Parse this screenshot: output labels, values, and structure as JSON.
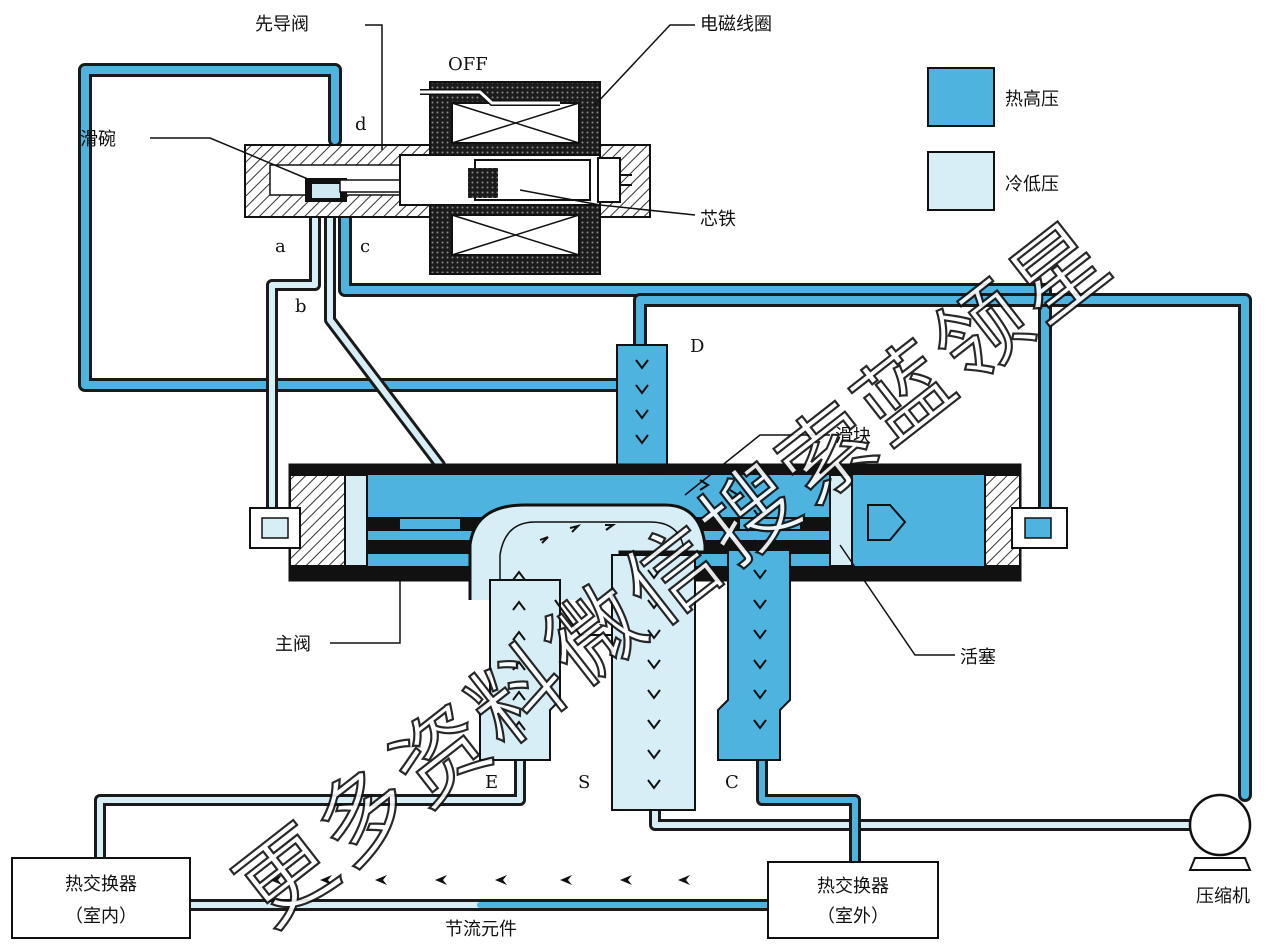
{
  "colors": {
    "hot_high": "#4fb3e0",
    "cold_low": "#d8eef6",
    "pipe_outline": "#1a1a1a",
    "hatch": "#333333"
  },
  "labels": {
    "pilot_valve": "先导阀",
    "coil": "电磁线圈",
    "off": "OFF",
    "slide_bowl": "滑碗",
    "iron_core": "芯铁",
    "slider": "滑块",
    "main_valve": "主阀",
    "piston": "活塞",
    "compressor": "压缩机",
    "throttle": "节流元件"
  },
  "ports": {
    "a": "a",
    "b": "b",
    "c": "c",
    "d": "d",
    "D": "D",
    "E": "E",
    "S": "S",
    "C": "C"
  },
  "legend": {
    "hot": "热高压",
    "cold": "冷低压"
  },
  "boxes": {
    "indoor_line1": "热交换器",
    "indoor_line2": "（室内）",
    "outdoor_line1": "热交换器",
    "outdoor_line2": "（室外）"
  },
  "watermark": "更多资料微信搜索蓝领星"
}
